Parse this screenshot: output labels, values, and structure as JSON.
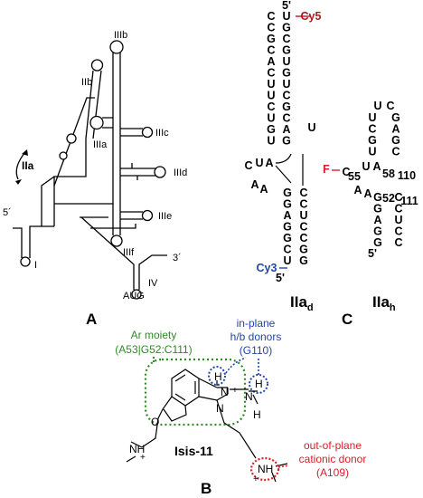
{
  "panel_a": {
    "letter": "A",
    "domains": {
      "ilb": "IIb",
      "iiib": "IIIb",
      "iiia": "IIIa",
      "iiic": "IIIc",
      "iiid": "IIId",
      "iiie": "IIIe",
      "iiif": "IIIf",
      "iia": "IIa",
      "i": "I",
      "iv": "IV"
    },
    "five_prime": "5´",
    "three_prime": "3´",
    "aug": "AUG"
  },
  "panel_c": {
    "letter": "C",
    "iiad": {
      "label_main": "IIa",
      "label_sub": "d",
      "five_prime_top": "5'",
      "cy5": "Cy5",
      "left_strand": [
        "C",
        "C",
        "G",
        "C",
        "A",
        "C",
        "U",
        "U",
        "C",
        "U",
        "G",
        "U"
      ],
      "right_strand": [
        "U",
        "G",
        "C",
        "G",
        "U",
        "G",
        "U",
        "C",
        "G",
        "C",
        "A",
        "G"
      ],
      "bulge_u": "U",
      "loop": [
        "U",
        "A",
        "C"
      ],
      "aa": [
        "A",
        "A"
      ],
      "lower_left": [
        "G",
        "G",
        "A",
        "G",
        "G",
        "C",
        "U"
      ],
      "lower_right": [
        "C",
        "C",
        "U",
        "C",
        "C",
        "G",
        "G"
      ],
      "cy3": "Cy3",
      "five_prime_bottom": "5'"
    },
    "iiah": {
      "label_main": "IIa",
      "label_sub": "h",
      "top_loop": [
        "U",
        "C"
      ],
      "left_stem": [
        "U",
        "C",
        "G",
        "U"
      ],
      "right_stem": [
        "G",
        "A",
        "G",
        "C"
      ],
      "g58": "58",
      "g110": "110",
      "f": "F",
      "c55": "55",
      "ua": [
        "U",
        "A"
      ],
      "aa": [
        "A",
        "A"
      ],
      "g52": "52",
      "c111": "111",
      "lower_left": [
        "G",
        "G",
        "A",
        "G",
        "G"
      ],
      "lower_right": [
        "C",
        "C",
        "U",
        "C",
        "C"
      ],
      "five_prime": "5'"
    }
  },
  "panel_b": {
    "letter": "B",
    "ar_moiety_line1": "Ar moiety",
    "ar_moiety_line2": "(A53|G52:C111)",
    "inplane_line1": "in-plane",
    "inplane_line2": "h/b donors",
    "inplane_line3": "(G110)",
    "compound": "Isis-11",
    "cationic_line1": "out-of-plane",
    "cationic_line2": "cationic donor",
    "cationic_line3": "(A109)",
    "atoms": {
      "h_top": "H",
      "n_plus": "N",
      "plus": "+",
      "h2": "H",
      "nh": "N",
      "h3": "H",
      "o": "O",
      "n_ring": "N",
      "nh_left": "NH",
      "nh_right": "NH"
    },
    "colors": {
      "green": "#2f8b24",
      "blue": "#2246a8",
      "red": "#d8202a"
    }
  }
}
